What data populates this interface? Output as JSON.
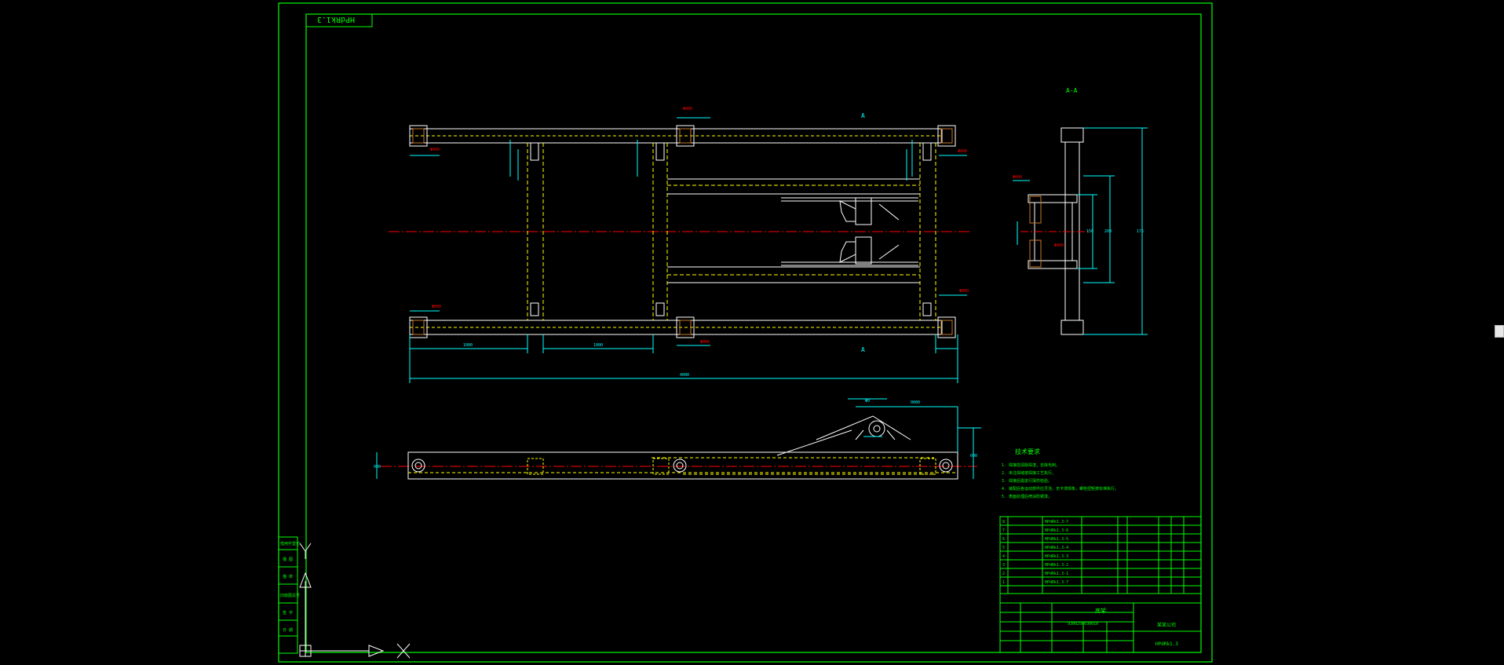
{
  "drawing": {
    "title_tag": "HPdRk1.3",
    "section_label": "A-A",
    "cut_label_top": "A",
    "cut_label_bottom": "A",
    "tech_req_title": "技术要求",
    "tech_req_lines": [
      "1. 焊接前清除焊渣，去除毛刺。",
      "2. 未注焊缝按焊接工艺执行。",
      "3. 焊接后需进行探伤检验。",
      "4. 装配后各运动部件应灵活，无卡滞现象，螺栓扭矩按标准执行。",
      "5. 表面处理后喷涂防锈漆。"
    ],
    "dimensions_top": [
      "1000",
      "1000",
      "4000"
    ],
    "dimensions_side": [
      "175",
      "200",
      "150"
    ],
    "parts_list": [
      {
        "no": "8",
        "code": "HPdRk1.3-7"
      },
      {
        "no": "7",
        "code": "HPdRk1.3-6"
      },
      {
        "no": "6",
        "code": "HPdRk1.3-5"
      },
      {
        "no": "5",
        "code": "HPdRk1.3-4"
      },
      {
        "no": "4",
        "code": "HPdRk1.3-3"
      },
      {
        "no": "3",
        "code": "HPdRk1.3-2"
      },
      {
        "no": "2",
        "code": "HPdRk1.3-1"
      },
      {
        "no": "1",
        "code": "HPdRk1.3-7"
      }
    ],
    "title_block": {
      "name": "底架",
      "drawing_no": "HPdRk1.3",
      "company": "某某公司",
      "code": "9300250030010"
    },
    "left_stamp_labels": [
      "借用件登记",
      "描 图",
      "描 校",
      "旧底图总号",
      "签 字",
      "日 期"
    ]
  },
  "colors": {
    "frame": "#00ff00",
    "outline": "#ffffff",
    "hidden": "#ffff00",
    "dimension": "#00ffff",
    "center": "#ff0000",
    "section": "#c87828"
  }
}
